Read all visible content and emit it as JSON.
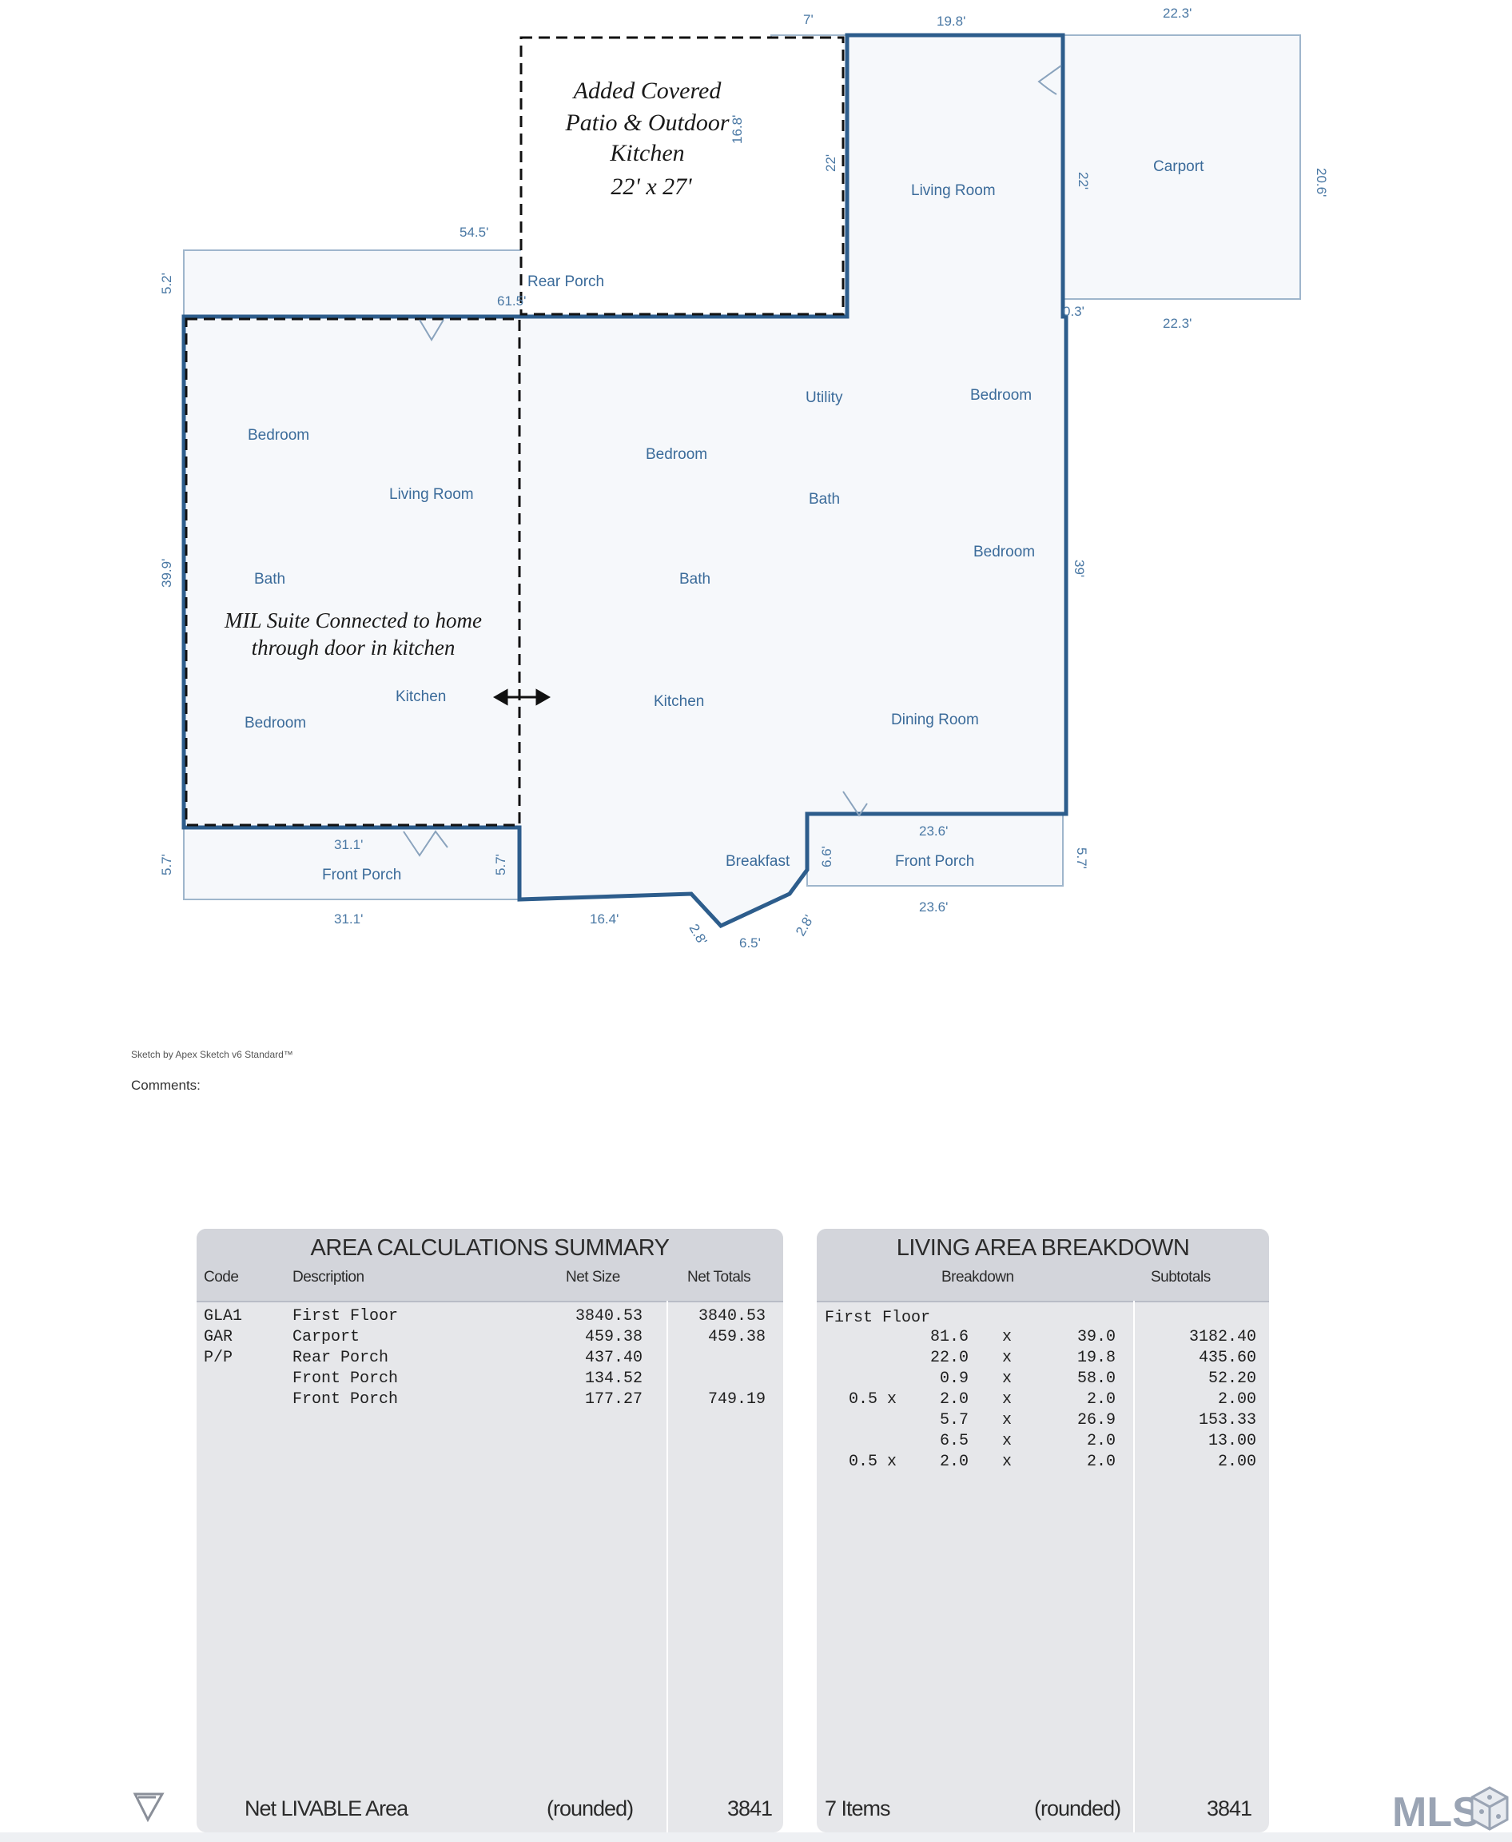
{
  "plan": {
    "dims": {
      "d7": "7'",
      "d19_8": "19.8'",
      "d22_3_top": "22.3'",
      "d16_8": "16.8'",
      "d22_a": "22'",
      "d22_b": "22'",
      "d20_6": "20.6'",
      "d54_5": "54.5'",
      "d61_5": "61.5'",
      "d5_2": "5.2'",
      "d0_3": "0.3'",
      "d22_3_bot": "22.3'",
      "d39_9": "39.9'",
      "d39": "39'",
      "d31_1_a": "31.1'",
      "d5_7_a": "5.7'",
      "d5_7_b": "5.7'",
      "d31_1_b": "31.1'",
      "d16_4": "16.4'",
      "d2_8_a": "2.8'",
      "d6_5": "6.5'",
      "d2_8_b": "2.8'",
      "d6_6": "6.6'",
      "d23_6_a": "23.6'",
      "d5_7_c": "5.7'",
      "d23_6_b": "23.6'"
    },
    "rooms": {
      "living_room_top": "Living Room",
      "carport": "Carport",
      "rear_porch": "Rear Porch",
      "utility": "Utility",
      "bedroom_right_top": "Bedroom",
      "bedroom_left_top": "Bedroom",
      "living_room_left": "Living Room",
      "bedroom_center": "Bedroom",
      "bath_center_right": "Bath",
      "bedroom_right_mid": "Bedroom",
      "bath_left": "Bath",
      "bath_center": "Bath",
      "kitchen_left": "Kitchen",
      "kitchen_center": "Kitchen",
      "bedroom_left_bot": "Bedroom",
      "dining_room": "Dining Room",
      "breakfast": "Breakfast",
      "front_porch_left": "Front Porch",
      "front_porch_right": "Front Porch"
    },
    "notes": {
      "patio_l1": "Added Covered",
      "patio_l2": "Patio & Outdoor",
      "patio_l3": "Kitchen",
      "patio_l4": "22' x 27'",
      "mil_l1": "MIL Suite Connected to home",
      "mil_l2": "through door in kitchen"
    }
  },
  "credit": "Sketch by Apex Sketch v6 Standard™",
  "comments_label": "Comments:",
  "area_summary": {
    "title": "AREA CALCULATIONS SUMMARY",
    "headers": {
      "code": "Code",
      "description": "Description",
      "net_size": "Net Size",
      "net_totals": "Net Totals"
    },
    "rows": [
      {
        "code": "GLA1",
        "description": "First Floor",
        "net_size": "3840.53",
        "net_total": "3840.53"
      },
      {
        "code": "GAR",
        "description": "Carport",
        "net_size": "459.38",
        "net_total": "459.38"
      },
      {
        "code": "P/P",
        "description": "Rear Porch",
        "net_size": "437.40",
        "net_total": ""
      },
      {
        "code": "",
        "description": "Front Porch",
        "net_size": "134.52",
        "net_total": ""
      },
      {
        "code": "",
        "description": "Front Porch",
        "net_size": "177.27",
        "net_total": "749.19"
      }
    ],
    "footer": {
      "label": "Net LIVABLE Area",
      "rounded": "(rounded)",
      "value": "3841"
    }
  },
  "living_breakdown": {
    "title": "LIVING AREA BREAKDOWN",
    "headers": {
      "breakdown": "Breakdown",
      "subtotals": "Subtotals"
    },
    "group_label": "First Floor",
    "rows": [
      {
        "factor": "",
        "a": "81.6",
        "x": "x",
        "b": "39.0",
        "subtotal": "3182.40"
      },
      {
        "factor": "",
        "a": "22.0",
        "x": "x",
        "b": "19.8",
        "subtotal": "435.60"
      },
      {
        "factor": "",
        "a": "0.9",
        "x": "x",
        "b": "58.0",
        "subtotal": "52.20"
      },
      {
        "factor": "0.5 x",
        "a": "2.0",
        "x": "x",
        "b": "2.0",
        "subtotal": "2.00"
      },
      {
        "factor": "",
        "a": "5.7",
        "x": "x",
        "b": "26.9",
        "subtotal": "153.33"
      },
      {
        "factor": "",
        "a": "6.5",
        "x": "x",
        "b": "2.0",
        "subtotal": "13.00"
      },
      {
        "factor": "0.5 x",
        "a": "2.0",
        "x": "x",
        "b": "2.0",
        "subtotal": "2.00"
      }
    ],
    "footer": {
      "items": "7 Items",
      "rounded": "(rounded)",
      "value": "3841"
    }
  },
  "logo": {
    "text": "MLS"
  }
}
